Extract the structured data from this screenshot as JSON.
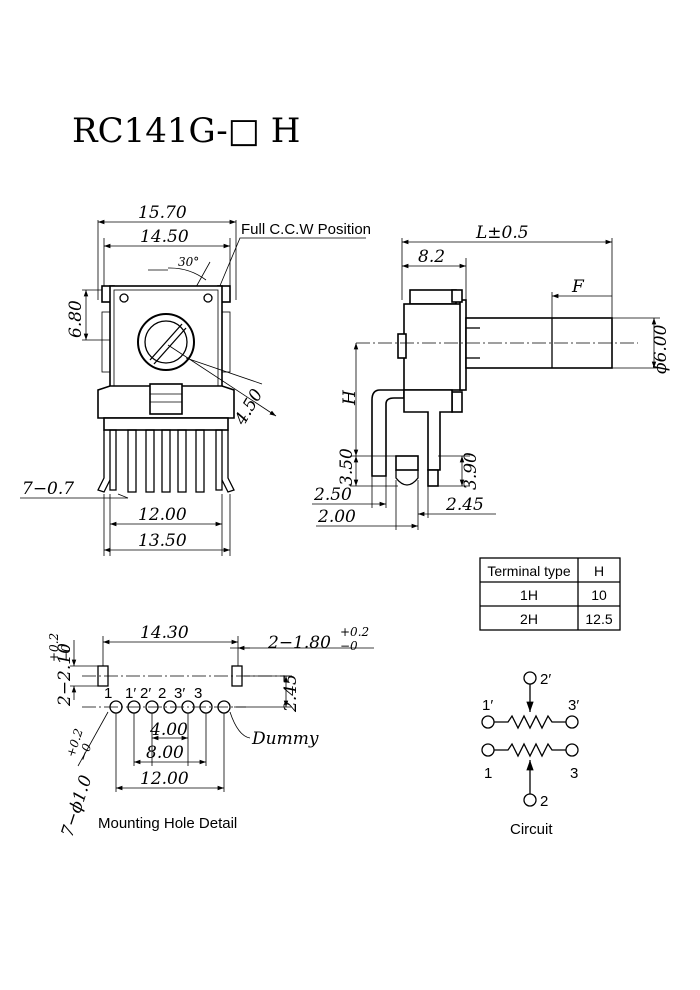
{
  "title": "RC141G-□ H",
  "front_view": {
    "dim_width_top": "15.70",
    "dim_width_inner": "14.50",
    "dim_height": "6.80",
    "dim_angle": "30°",
    "dim_radius": "4.50",
    "dim_pins": "7−0.7",
    "dim_span_inner": "12.00",
    "dim_span_outer": "13.50",
    "callout_full_ccw": "Full C.C.W Position"
  },
  "side_view": {
    "dim_length": "L±0.5",
    "dim_body": "8.2",
    "dim_flat": "F",
    "dim_diameter": "ϕ6.00",
    "dim_height": "H",
    "dim_pin_len": "3.50",
    "dim_pin_len_right": "3.90",
    "dim_a": "2.50",
    "dim_b": "2.00",
    "dim_c": "2.45"
  },
  "terminal_table": {
    "headers": [
      "Terminal type",
      "H"
    ],
    "rows": [
      [
        "1H",
        "10"
      ],
      [
        "2H",
        "12.5"
      ]
    ]
  },
  "mounting": {
    "dim_top_span": "14.30",
    "dim_slot": "2−1.80",
    "dim_slot_tol_plus": "+0.2",
    "dim_slot_tol_minus": "−0",
    "dim_left_slot": "2−2.10",
    "dim_left_tol_plus": "+0.2",
    "dim_left_tol_minus": "−0",
    "dim_row_gap": "2.45",
    "dim_slot_w": "2−",
    "dim_pitch": "4.00",
    "dim_span8": "8.00",
    "dim_span12": "12.00",
    "dim_holes": "7−ϕ1.0",
    "dim_holes_tol_plus": "+0.2",
    "dim_holes_tol_minus": "−0",
    "pin_labels": [
      "1",
      "1′",
      "2′",
      "2",
      "3′",
      "3"
    ],
    "dummy_label": "Dummy",
    "caption": "Mounting Hole Detail"
  },
  "circuit": {
    "labels": {
      "p2prime": "2′",
      "p1prime": "1′",
      "p3prime": "3′",
      "p1": "1",
      "p3": "3",
      "p2": "2"
    },
    "caption": "Circuit"
  }
}
